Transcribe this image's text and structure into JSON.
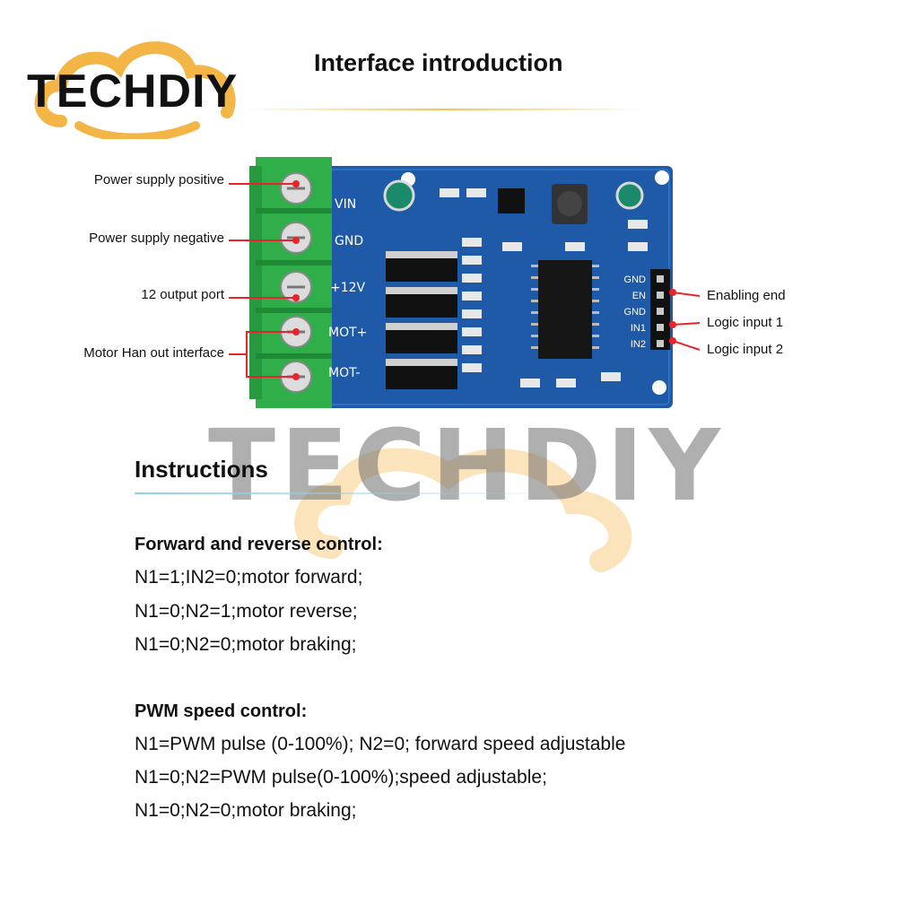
{
  "brand": {
    "logo_text": "TECHDIY",
    "accent_color": "#f3b33d"
  },
  "page_title": "Interface introduction",
  "board": {
    "terminal_labels": [
      "VIN",
      "GND",
      "+12V",
      "MOT+",
      "MOT-"
    ],
    "header_pins": [
      "GND",
      "EN",
      "GND",
      "IN1",
      "IN2"
    ],
    "colors": {
      "pcb": "#1e5aa8",
      "terminal": "#2fae4a",
      "pointer": "#e8242a"
    }
  },
  "callouts": {
    "left": [
      "Power supply positive",
      "Power supply negative",
      "12 output port",
      "Motor Han out interface"
    ],
    "right": [
      "Enabling end",
      "Logic input 1",
      "Logic input 2"
    ]
  },
  "watermark": "TECHDIY",
  "instructions": {
    "heading": "Instructions",
    "forward_reverse": {
      "heading": "Forward and reverse control:",
      "lines": [
        "N1=1;IN2=0;motor forward;",
        "N1=0;N2=1;motor reverse;",
        "N1=0;N2=0;motor braking;"
      ]
    },
    "pwm": {
      "heading": "PWM speed control:",
      "lines": [
        "N1=PWM pulse (0-100%); N2=0; forward speed adjustable",
        "N1=0;N2=PWM pulse(0-100%);speed adjustable;",
        "N1=0;N2=0;motor braking;"
      ]
    }
  }
}
